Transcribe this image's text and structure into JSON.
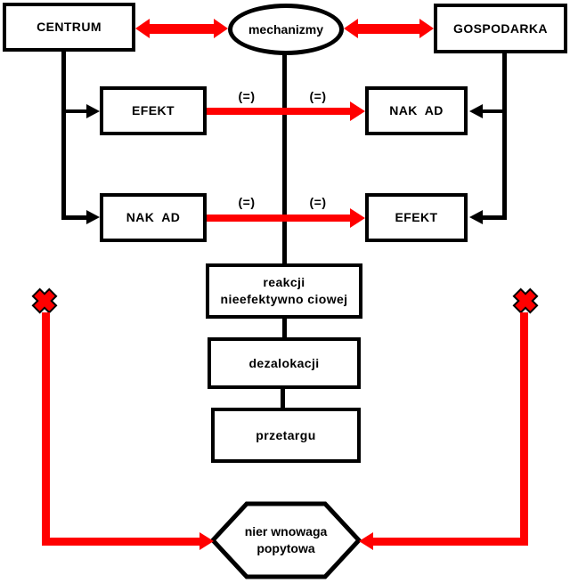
{
  "diagram": {
    "top": {
      "centrum": "CENTRUM",
      "mechanizmy": "mechanizmy",
      "gospodarka": "GOSPODARKA"
    },
    "row1": {
      "left": "EFEKT",
      "right": "NAK  AD",
      "eq_left": "(=)",
      "eq_right": "(=)"
    },
    "row2": {
      "left": "NAK  AD",
      "right": "EFEKT",
      "eq_left": "(=)",
      "eq_right": "(=)"
    },
    "middle": {
      "box1_line1": "reakcji",
      "box1_line2": "nieefektywno ciowej",
      "box2": "dezalokacji",
      "box3": "przetargu"
    },
    "hexagon": {
      "line1": "nier wnowaga",
      "line2": "popytowa"
    },
    "colors": {
      "accent_red": "#ff0000",
      "line_black": "#000000",
      "background": "#ffffff"
    }
  }
}
